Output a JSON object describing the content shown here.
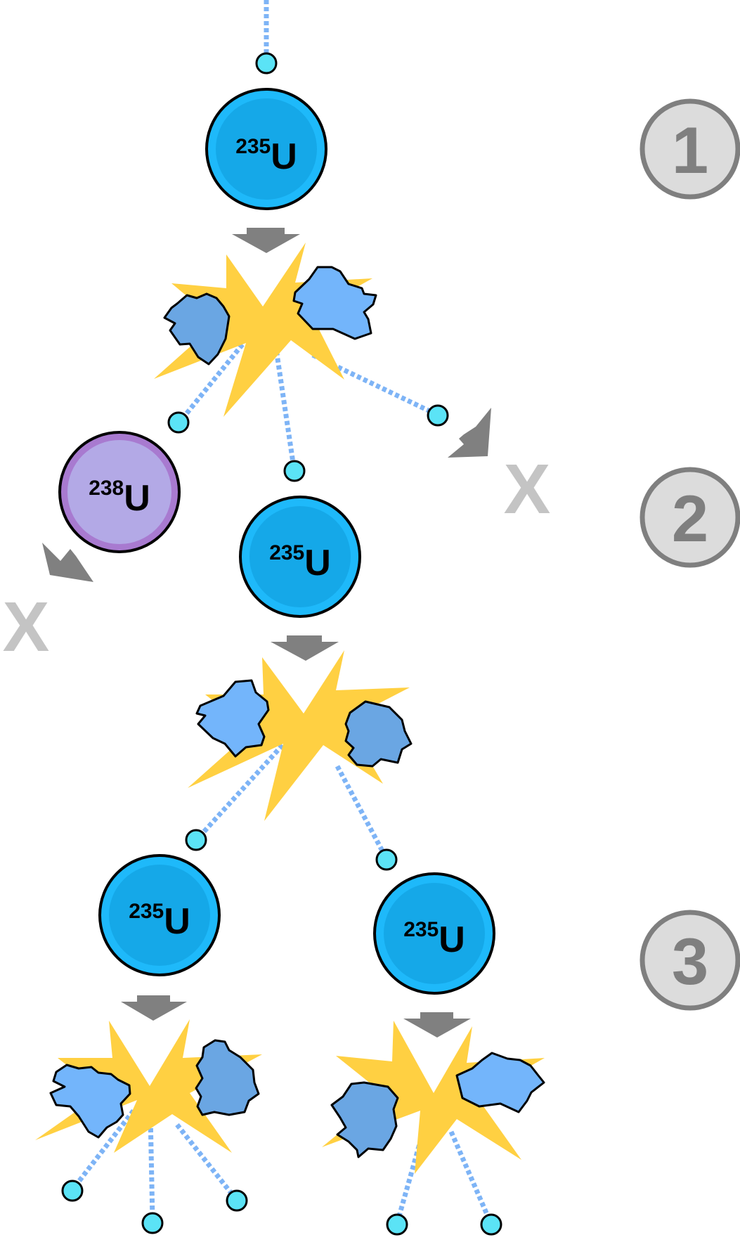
{
  "nuclei": [
    {
      "id": "u235-stage1",
      "mass": "235",
      "symbol": "U",
      "kind": "fissile"
    },
    {
      "id": "u238-stage2",
      "mass": "238",
      "symbol": "U",
      "kind": "absorber"
    },
    {
      "id": "u235-stage2",
      "mass": "235",
      "symbol": "U",
      "kind": "fissile"
    },
    {
      "id": "u235-stage3-left",
      "mass": "235",
      "symbol": "U",
      "kind": "fissile"
    },
    {
      "id": "u235-stage3-right",
      "mass": "235",
      "symbol": "U",
      "kind": "fissile"
    }
  ],
  "stages": [
    "1",
    "2",
    "3"
  ],
  "lost_marks": [
    "X",
    "X"
  ],
  "colors": {
    "u235_fill": "#1EB9FA",
    "u235_inner": "#15A8E8",
    "u238_fill": "#B3A9E6",
    "u238_ring": "#A87AD0",
    "neutron_fill": "#5BE3F6",
    "neutron_path": "#7EB4F6",
    "flash": "#FFD042",
    "fragment_light": "#73B5FB",
    "fragment_dark": "#6AA6E3",
    "arrow": "#808080",
    "lost_mark": "#C4C4C4",
    "stage_badge_fill": "#DCDCDC",
    "stage_badge_ring": "#7F7F7F",
    "stage_number": "#7F7F7F"
  }
}
